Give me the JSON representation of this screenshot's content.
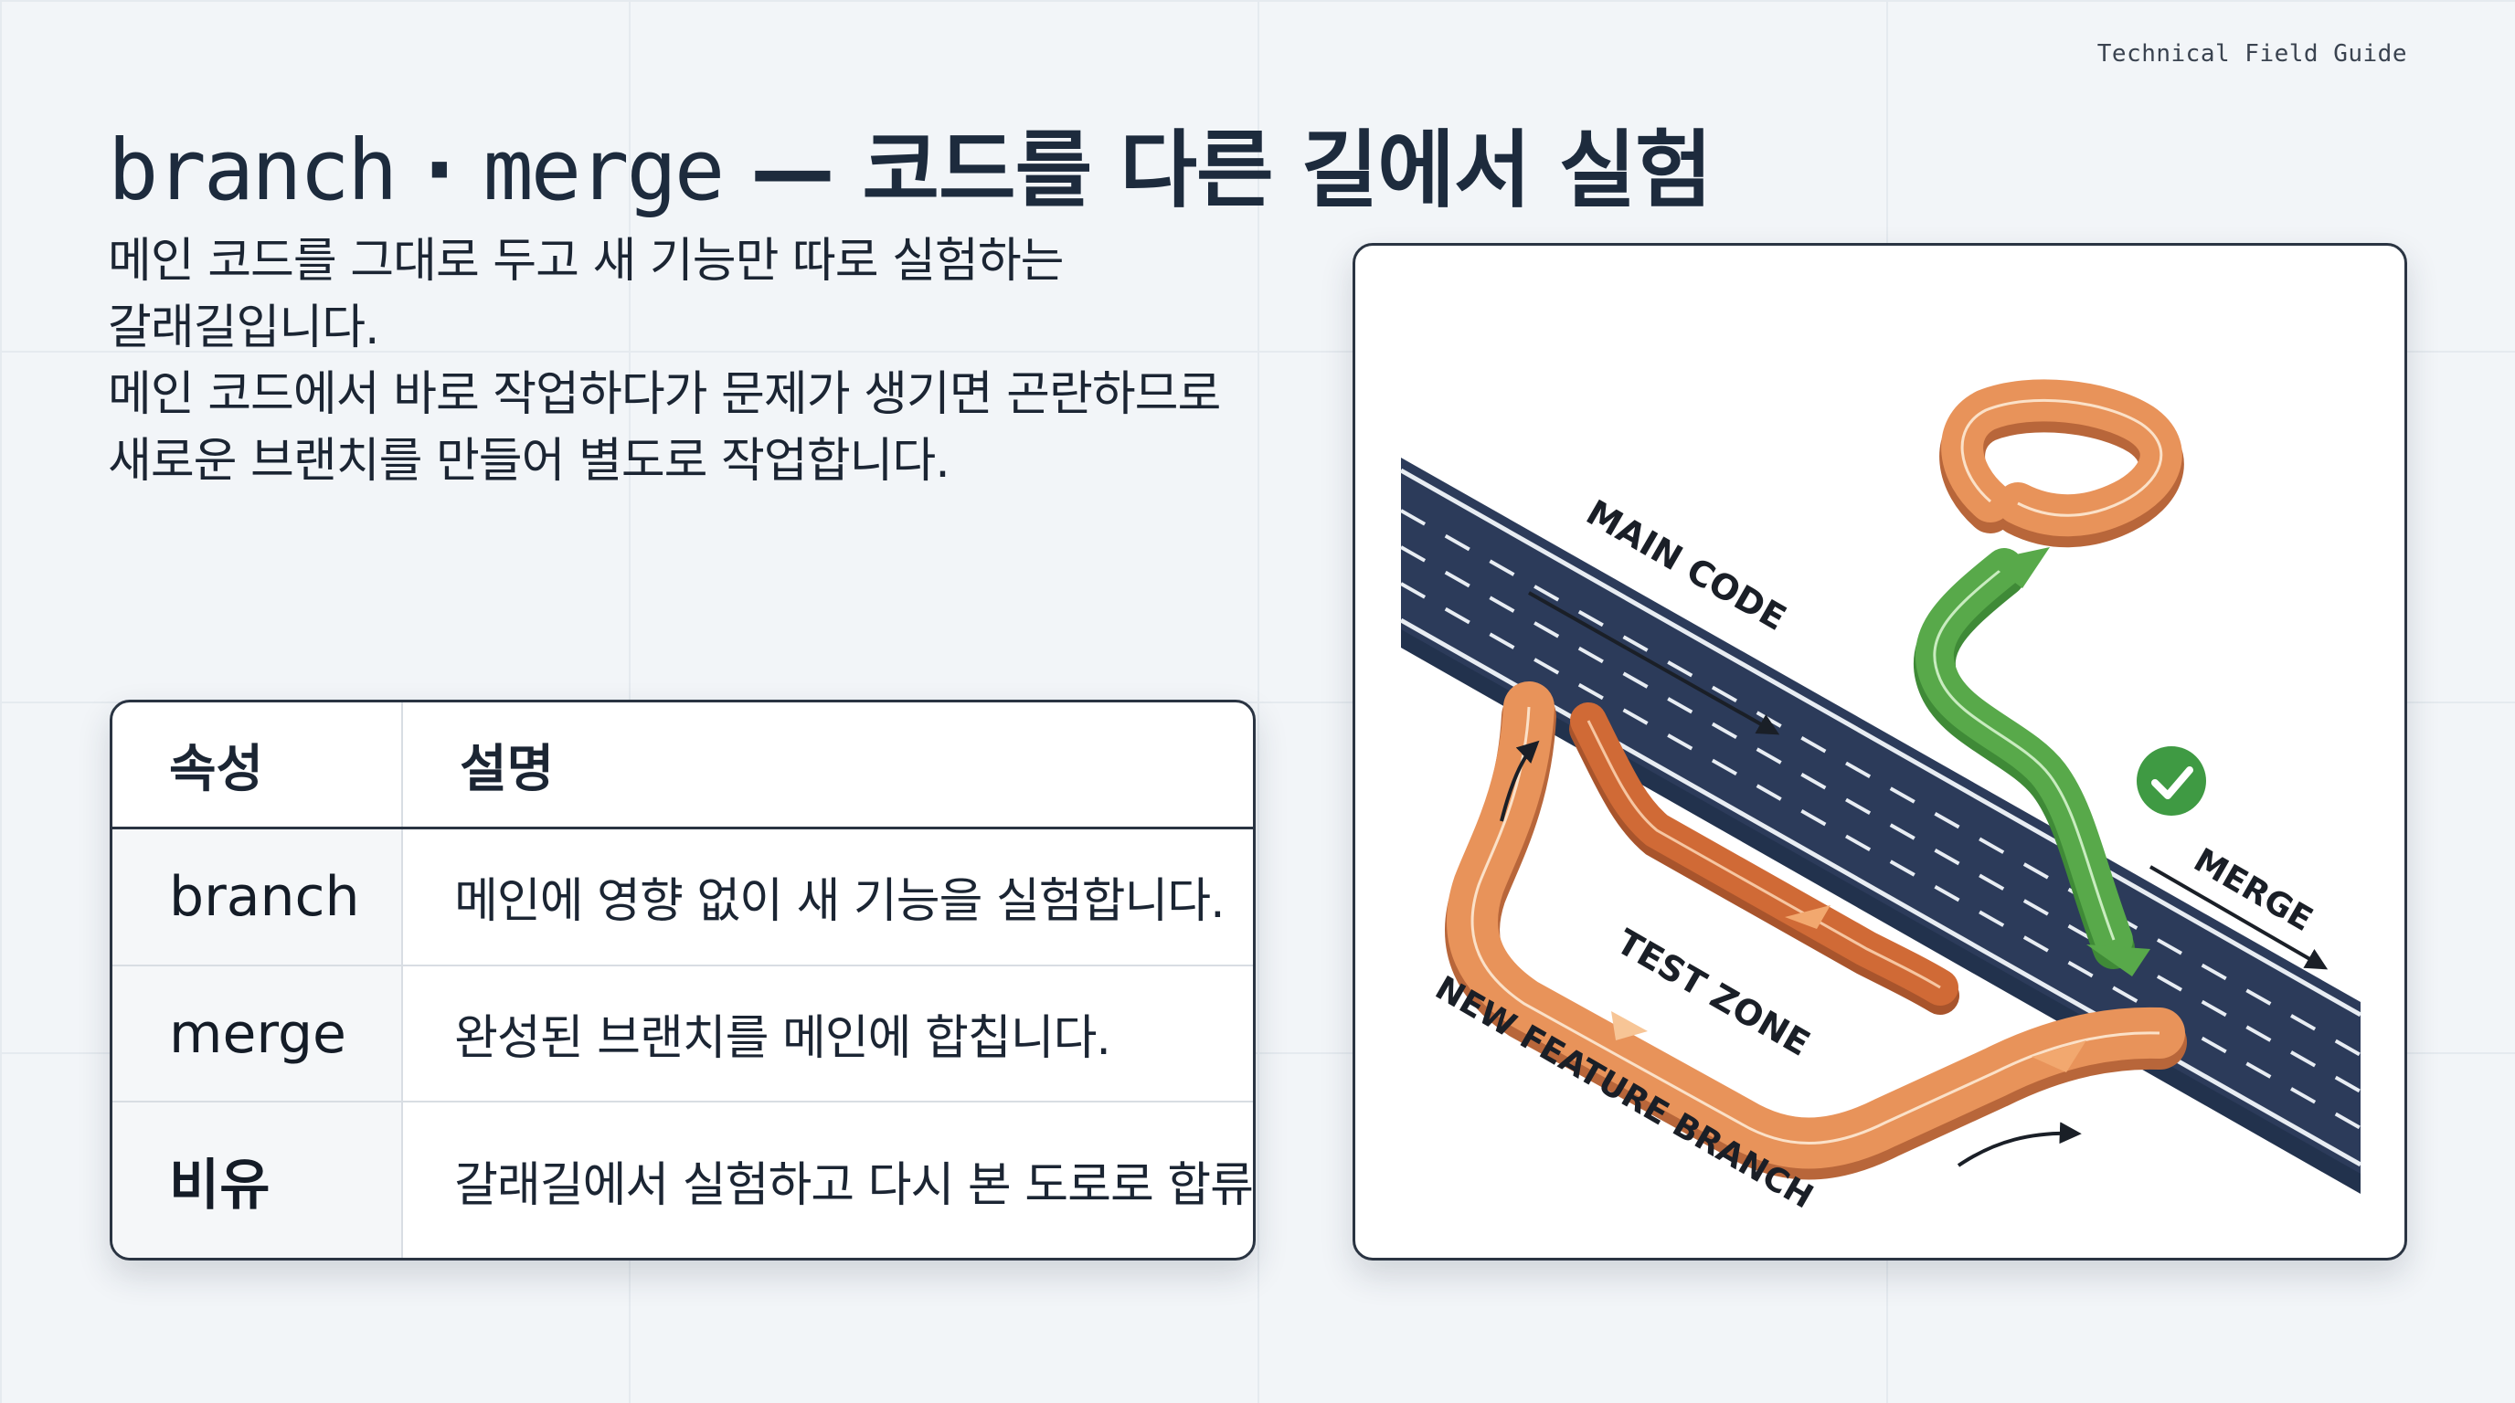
{
  "header": {
    "guide_label": "Technical Field Guide"
  },
  "title": {
    "term1": "branch",
    "dot": " · ",
    "term2": "merge",
    "rest": " — 코드를 다른 길에서 실험"
  },
  "intro": {
    "lines": [
      "메인 코드를 그대로 두고 새 기능만 따로 실험하는",
      "갈래길입니다.",
      "메인 코드에서 바로 작업하다가 문제가 생기면 곤란하므로",
      "새로운 브랜치를 만들어 별도로 작업합니다."
    ]
  },
  "table": {
    "headers": [
      "속성",
      "설명"
    ],
    "rows": [
      {
        "attr": "branch",
        "desc": "메인에 영향 없이 새 기능을 실험합니다."
      },
      {
        "attr": "merge",
        "desc": "완성된 브랜치를 메인에 합칩니다."
      },
      {
        "attr": "비유",
        "desc": "갈래길에서 실험하고 다시 본 도로로 합류"
      }
    ]
  },
  "diagram": {
    "labels": {
      "main": "MAIN CODE",
      "merge": "MERGE",
      "test_zone": "TEST ZONE",
      "feature_branch": "NEW FEATURE BRANCH"
    },
    "colors": {
      "main_road": "#2c3b5a",
      "branch_road": "#e8935a",
      "branch_dark": "#d06a36",
      "merge_path": "#58a94a",
      "check": "#3f9a43"
    },
    "icons": [
      "check-circle-icon",
      "direction-arrow-icon"
    ]
  }
}
